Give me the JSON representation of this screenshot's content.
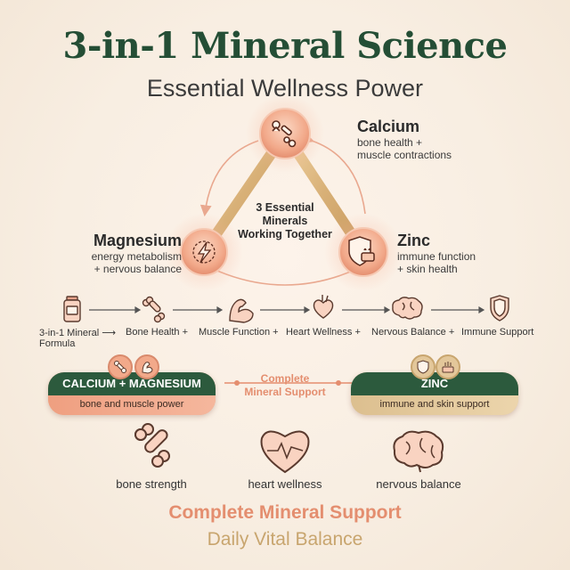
{
  "header": {
    "title": "3-in-1 Mineral Science",
    "subtitle": "Essential Wellness Power"
  },
  "triangle": {
    "center_lines": [
      "3 Essential",
      "Minerals",
      "Working Together"
    ],
    "nodes": {
      "calcium": {
        "title": "Calcium",
        "desc": [
          "bone health +",
          "muscle contractions"
        ],
        "icon": "bone-joint-icon"
      },
      "magnesium": {
        "title": "Magnesium",
        "desc": [
          "energy metabolism",
          "+ nervous balance"
        ],
        "icon": "lightning-icon"
      },
      "zinc": {
        "title": "Zinc",
        "desc": [
          "immune function",
          "+ skin health"
        ],
        "icon": "shield-skin-icon"
      }
    }
  },
  "flow": {
    "icons": [
      "bottle-icon",
      "bone-icon",
      "muscle-arm-icon",
      "heart-icon",
      "brain-icon",
      "shield-icon"
    ],
    "labels": [
      "3-in-1 Mineral",
      "Formula",
      "Bone Health",
      "Muscle Function",
      "Heart Wellness",
      "Nervous Balance",
      "Immune Support"
    ],
    "arrow": "⟶",
    "plus": "+"
  },
  "combos": {
    "left": {
      "title": "CALCIUM + MAGNESIUM",
      "subtitle": "bone and muscle power"
    },
    "middle": [
      "Complete",
      "Mineral Support"
    ],
    "right": {
      "title": "ZINC",
      "subtitle": "immune and skin support"
    }
  },
  "benefits": [
    {
      "label": "bone strength",
      "icon": "bone-icon"
    },
    {
      "label": "heart wellness",
      "icon": "heartbeat-icon"
    },
    {
      "label": "nervous balance",
      "icon": "brain-icon"
    }
  ],
  "footer": {
    "line1": "Complete Mineral Support",
    "line2": "Daily Vital Balance"
  },
  "colors": {
    "title_green": "#244e35",
    "accent_salmon": "#e48e6f",
    "gold": "#c8a56e",
    "dark_green": "#2c5a3d"
  }
}
